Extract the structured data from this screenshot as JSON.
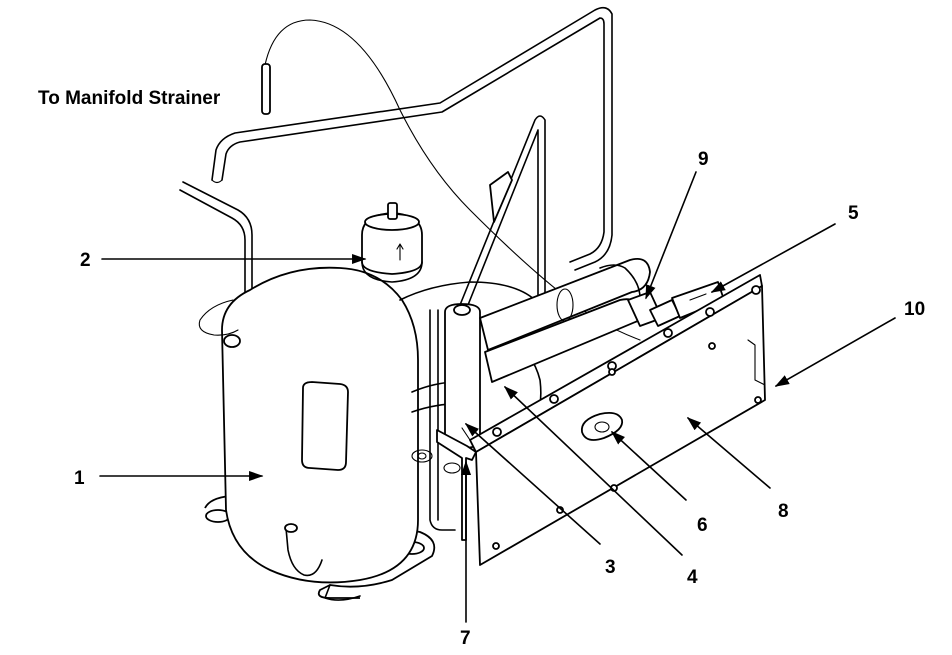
{
  "title_label": "To Manifold Strainer",
  "callouts": [
    {
      "id": "1",
      "text": "1"
    },
    {
      "id": "2",
      "text": "2"
    },
    {
      "id": "3",
      "text": "3"
    },
    {
      "id": "4",
      "text": "4"
    },
    {
      "id": "5",
      "text": "5"
    },
    {
      "id": "6",
      "text": "6"
    },
    {
      "id": "7",
      "text": "7"
    },
    {
      "id": "8",
      "text": "8"
    },
    {
      "id": "9",
      "text": "9"
    },
    {
      "id": "10",
      "text": "10"
    }
  ],
  "colors": {
    "line": "#000000",
    "background": "#ffffff"
  }
}
